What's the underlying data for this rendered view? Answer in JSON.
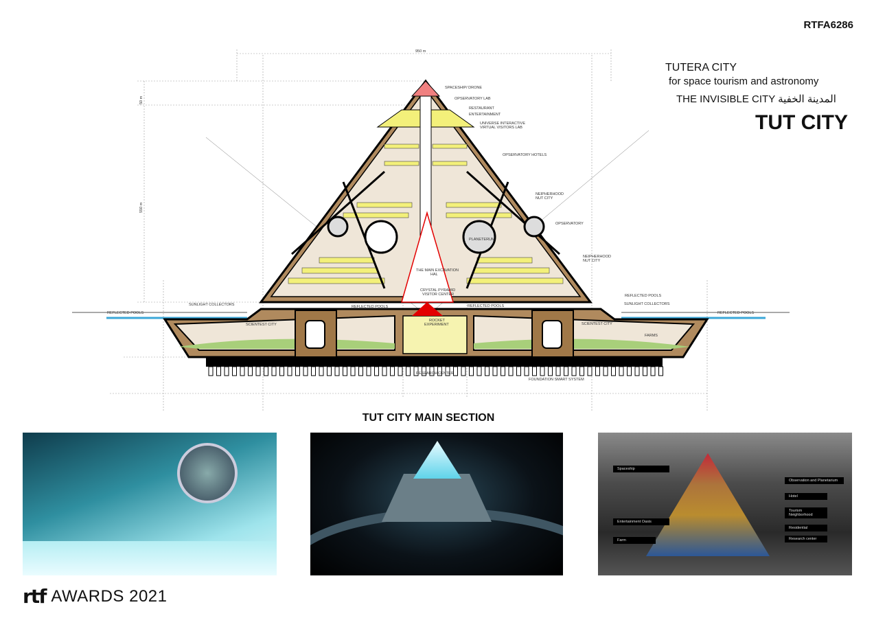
{
  "project_code": "RTFA6286",
  "titles": {
    "line1": "TUTERA CITY",
    "line2": "for space tourism and astronomy",
    "line3": "THE INVISIBLE CITY المدينة الخفية",
    "main": "TUT CITY"
  },
  "section": {
    "title": "TUT CITY MAIN SECTION",
    "dimensions": {
      "width": "950 m",
      "top_height": "50 m",
      "height": "550 m"
    },
    "labels": {
      "spaceship": "SPACESHIP/ DRONE",
      "observatory_lab": "OPSERVATORY LAB",
      "restaurant": "RESTAURANT",
      "entertainment": "ENTERTAINMENT",
      "universe1": "UNIVERSE INTERACTIVE",
      "universe2": "VIRTUAL VISITORS LAB",
      "hotels": "OPSERVATORY HOTELS",
      "neighborhood1a": "NEIPHERHOOD",
      "neighborhood1b": "NUT CITY",
      "observatory": "OPSERVATORY",
      "planetarium": "PLANETERUM",
      "neighborhood2a": "NEIPHERHOOD",
      "neighborhood2b": "NUT CITY",
      "excavation1": "THE MAIN EXCAVATION",
      "excavation2": "HAL",
      "crystal1": "CRYSTAL PYRAMID",
      "crystal2": "VISITOR CENTER",
      "rocket1": "ROCKET",
      "rocket2": "EXPERIMENT",
      "reflected_left": "REFLECTED POOLS",
      "sunlight_left": "SUNLIGHT COLLECTORS",
      "reflected_center_left": "REFLECTED POOLS",
      "reflected_center_right": "REFLECTED POOLS",
      "reflected_right_top": "REFLECTED POOLS",
      "sunlight_right": "SUNLIGHT COLLECTORS",
      "reflected_right": "REFLECTED POOLS",
      "scientist_left": "SCIENTEST CITY",
      "scientist_right": "SCIENTEST CITY",
      "farms": "FARMS",
      "research": "RESEARCH CENTER",
      "foundation": "FOUNDATION SMART SYSTEM"
    }
  },
  "renders": {
    "aerial_tags": [
      "Spaceship",
      "Entertainment Oasis",
      "Farm",
      "Observation and Planetarium",
      "Hotel",
      "Tourism Neighborhood",
      "Residential",
      "Research center"
    ]
  },
  "footer": {
    "logo_mark": "rtf",
    "awards": "AWARDS 2021"
  },
  "colors": {
    "wall": "#b08a5e",
    "sand": "#efe6d8",
    "yellow": "#f3f07a",
    "pool": "#3aa7d8",
    "red": "#e30000"
  }
}
